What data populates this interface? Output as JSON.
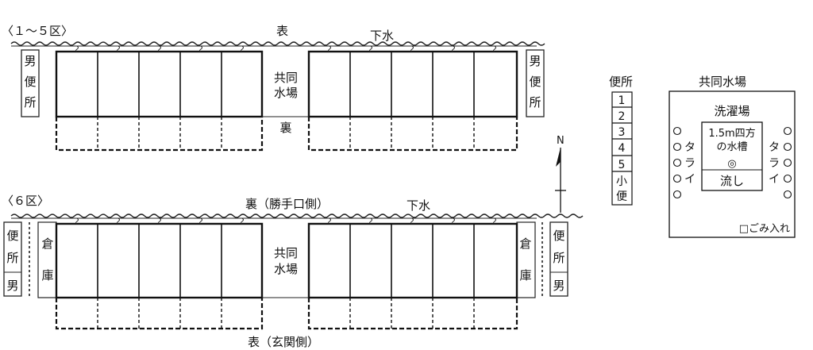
{
  "section1": {
    "title": "〈１～５区〉",
    "top_label": "表",
    "drain_label": "下水",
    "left_toilet": [
      "男",
      "便",
      "所"
    ],
    "right_toilet": [
      "男",
      "便",
      "所"
    ],
    "center_label": [
      "共同",
      "水場"
    ],
    "back_label": "裏"
  },
  "section2": {
    "title": "〈６区〉",
    "top_label": "裏（勝手口側）",
    "drain_label": "下水",
    "bottom_label": "表（玄関側）",
    "left_toilet": [
      "便",
      "所",
      "男"
    ],
    "right_toilet": [
      "便",
      "所",
      "男"
    ],
    "left_storage": [
      "倉",
      "庫"
    ],
    "right_storage": [
      "倉",
      "庫"
    ],
    "center_label": [
      "共同",
      "水場"
    ]
  },
  "compass": {
    "north": "N"
  },
  "toilet_detail": {
    "title": "便所",
    "stalls": [
      "1",
      "2",
      "3",
      "4",
      "5",
      "小\n便"
    ]
  },
  "water_place": {
    "title": "共同水場",
    "laundry_label": "洗濯場",
    "tank_label": [
      "1.5m四方",
      "の水槽"
    ],
    "tank_symbol": "◎",
    "sink_label": "流し",
    "tub_label": [
      "タ",
      "ラ",
      "イ"
    ],
    "trash_label": "□ごみ入れ"
  }
}
